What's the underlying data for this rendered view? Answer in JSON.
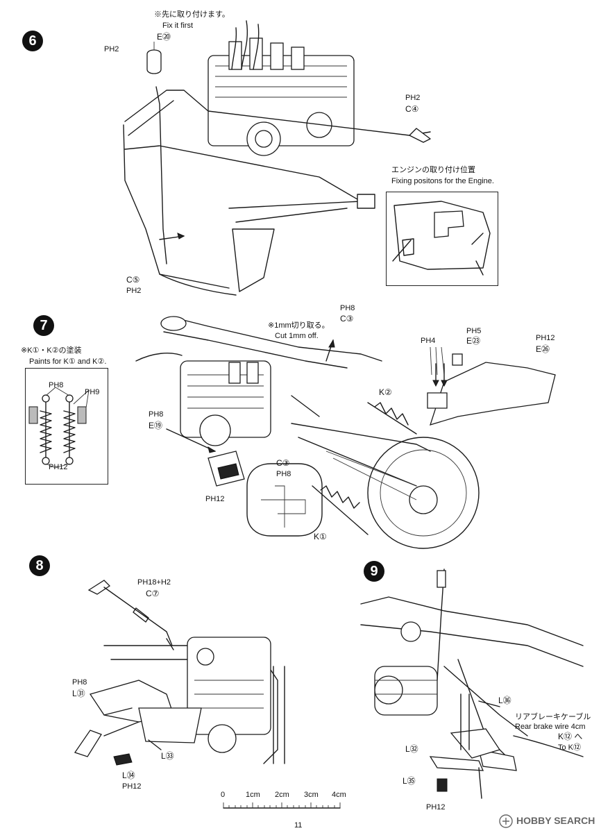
{
  "steps": [
    {
      "number": "6"
    },
    {
      "number": "7"
    },
    {
      "number": "8"
    },
    {
      "number": "9"
    }
  ],
  "step6": {
    "note_jp": "※先に取り付けます。",
    "note_en": "Fix it first",
    "labels": {
      "e20": "E⑳",
      "ph2_top": "PH2",
      "ph2_right": "PH2",
      "c4": "C④",
      "c5": "C⑤",
      "ph2_bottom": "PH2"
    },
    "inset_title_jp": "エンジンの取り付け位置",
    "inset_title_en": "Fixing positons for the Engine."
  },
  "step7": {
    "paint_note_jp": "※K①・K②の塗装",
    "paint_note_en": "Paints for K① and K②.",
    "inset_labels": {
      "ph8": "PH8",
      "ph9": "PH9",
      "ph12": "PH12"
    },
    "cut_note_jp": "※1mm切り取る。",
    "cut_note_en": "Cut 1mm off.",
    "labels": {
      "ph8_top": "PH8",
      "c3_top": "C③",
      "ph4": "PH4",
      "ph5": "PH5",
      "e23": "E㉓",
      "ph12_right": "PH12",
      "e26": "E㉖",
      "k2": "K②",
      "ph8_left": "PH8",
      "e19": "E⑲",
      "c3_mid": "C③",
      "ph8_mid": "PH8",
      "ph12_left": "PH12",
      "k1": "K①"
    }
  },
  "step8": {
    "labels": {
      "ph18h2": "PH18+H2",
      "c7": "C⑦",
      "ph8": "PH8",
      "l31": "L㉛",
      "l33": "L㉝",
      "l34": "L㉞",
      "ph12": "PH12"
    }
  },
  "step9": {
    "labels": {
      "l36": "L㊱",
      "brake_jp": "リアブレーキケーブル",
      "brake_en": "Rear brake wire 4cm",
      "k12_jp": "K⑫ へ",
      "k12_en": "To K⑫",
      "l32": "L㉜",
      "l35": "L㉟",
      "ph12": "PH12"
    }
  },
  "scale": {
    "ticks": [
      "0",
      "1cm",
      "2cm",
      "3cm",
      "4cm"
    ]
  },
  "page_number": "11",
  "watermark": "HOBBY SEARCH"
}
